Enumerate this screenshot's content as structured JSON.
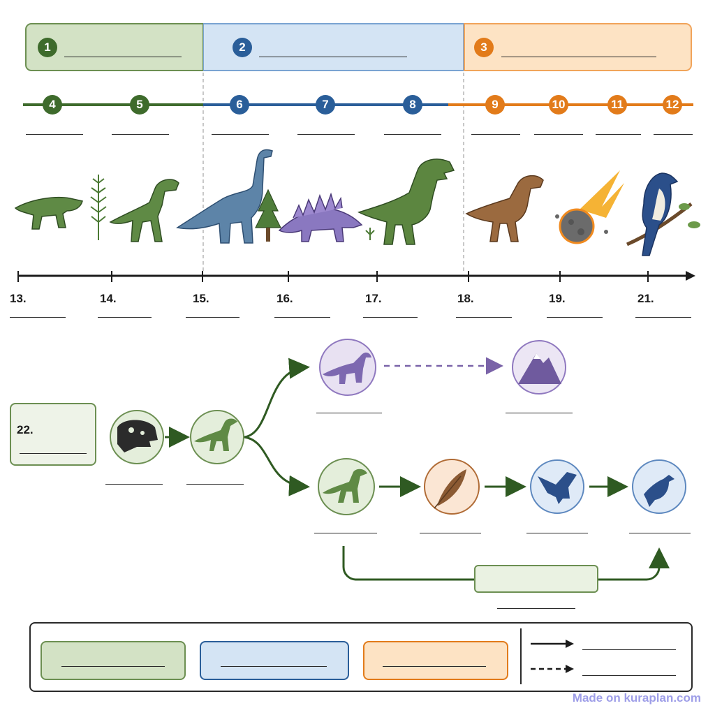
{
  "colors": {
    "green": "#3e6b2c",
    "green_fill": "#d3e2c5",
    "blue": "#2a5e99",
    "blue_fill": "#d4e4f4",
    "orange": "#e27b1a",
    "orange_fill": "#fde3c4",
    "purple": "#7a63a8",
    "gray_dash": "#aaaaaa"
  },
  "eras": [
    {
      "number": "1"
    },
    {
      "number": "2"
    },
    {
      "number": "3"
    }
  ],
  "period_markers": [
    "4",
    "5",
    "6",
    "7",
    "8",
    "9",
    "10",
    "11",
    "12"
  ],
  "timeline_labels": [
    "13.",
    "14.",
    "15.",
    "16.",
    "17.",
    "18.",
    "19.",
    "21."
  ],
  "illustrations": [
    "early-reptile-icon",
    "fern-icon",
    "early-theropod-icon",
    "sauropod-icon",
    "conifer-icon",
    "stegosaurus-icon",
    "t-rex-icon",
    "feathered-raptor-icon",
    "meteor-icon",
    "modern-bird-icon"
  ],
  "evolution": {
    "start_label": "22.",
    "nodes": [
      "skull-fossil-icon",
      "small-dinosaur-icon",
      "sauropod-icon",
      "mountain-icon",
      "theropod-icon",
      "feather-icon",
      "archaic-bird-icon",
      "modern-bird-icon"
    ]
  },
  "watermark": "Made on kuraplan.com"
}
